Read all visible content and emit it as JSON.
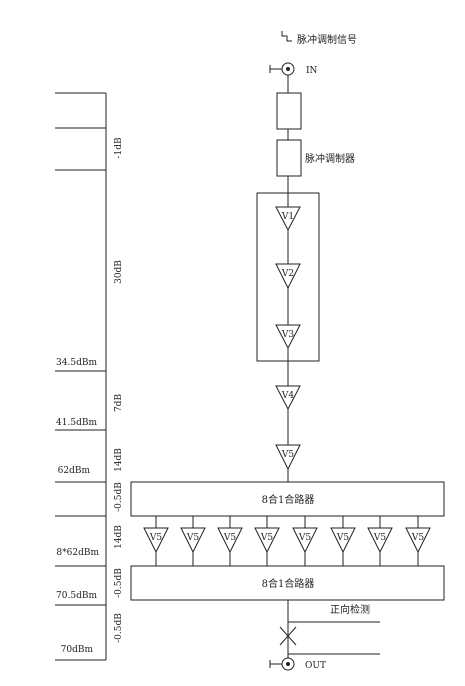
{
  "top_signal_label": "脉冲调制信号",
  "input_port_label": "IN",
  "output_port_label": "OUT",
  "modulator_label": "脉冲调制器",
  "amp_v1": "V1",
  "amp_v2": "V2",
  "amp_v3": "V3",
  "amp_v4": "V4",
  "amp_v5": "V5",
  "parallel_amp_labels": [
    "V5",
    "V5",
    "V5",
    "V5",
    "V5",
    "V5",
    "V5",
    "V5"
  ],
  "combiner_top_label": "8合1合路器",
  "combiner_bottom_label": "8合1合路器",
  "detector_label": "正向检测",
  "gain_labels": {
    "g1": "-1dB",
    "g2": "30dB",
    "g3": "7dB",
    "g4": "14dB",
    "g5": "-0.5dB",
    "g6": "14dB",
    "g7": "-0.5dB",
    "g8": "-0.5dB"
  },
  "power_labels": {
    "p1": "34.5dBm",
    "p2": "41.5dBm",
    "p3": "62dBm",
    "p4": "8*62dBm",
    "p5": "70.5dBm",
    "p6": "70dBm"
  }
}
